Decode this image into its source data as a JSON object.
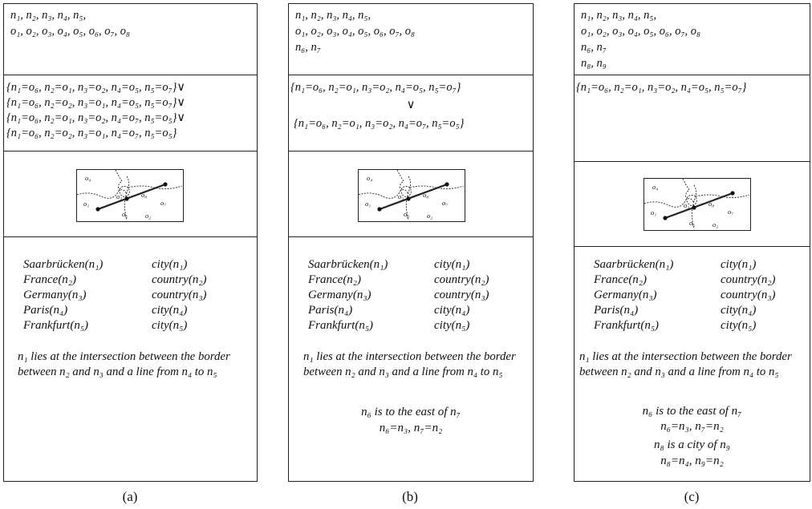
{
  "panels": [
    {
      "caption": "(a)",
      "vars_lines": [
        "n₁, n₂, n₃, n₄, n₅,",
        "o₁, o₂, o₃, o₄, o₅, o₆, o₇, o₈"
      ],
      "constraint_lines": [
        "{n₁=o₆, n₂=o₁, n₃=o₂, n₄=o₅, n₅=o₇}∨",
        "{n₁=o₆, n₂=o₂, n₃=o₁, n₄=o₅, n₅=o₇}∨",
        "{n₁=o₆, n₂=o₁, n₃=o₂, n₄=o₇, n₅=o₅}∨",
        "{n₁=o₆, n₂=o₂, n₃=o₁, n₄=o₇, n₅=o₅}"
      ],
      "facts_left": [
        "Saarbrücken(n₁)",
        "France(n₂)",
        "Germany(n₃)",
        "Paris(n₄)",
        "Frankfurt(n₅)"
      ],
      "facts_right": [
        "city(n₁)",
        "country(n₂)",
        "country(n₃)",
        "city(n₄)",
        "city(n₅)"
      ],
      "relation": "n₁ lies at the intersection between the border between n₂ and n₃ and a line from n₄ to n₅",
      "extra_lines": []
    },
    {
      "caption": "(b)",
      "vars_lines": [
        "n₁, n₂, n₃, n₄, n₅,",
        "o₁, o₂, o₃, o₄, o₅, o₆, o₇, o₈",
        "n₆, n₇"
      ],
      "constraint_lines": [
        "{n₁=o₆, n₂=o₁, n₃=o₂, n₄=o₅, n₅=o₇}",
        "∨",
        "{n₁=o₆, n₂=o₁, n₃=o₂, n₄=o₇, n₅=o₅}"
      ],
      "facts_left": [
        "Saarbrücken(n₁)",
        "France(n₂)",
        "Germany(n₃)",
        "Paris(n₄)",
        "Frankfurt(n₅)"
      ],
      "facts_right": [
        "city(n₁)",
        "country(n₂)",
        "country(n₃)",
        "city(n₄)",
        "city(n₅)"
      ],
      "relation": "n₁ lies at the intersection between the border between n₂ and n₃ and a line from n₄ to n₅",
      "extra_lines": [
        "n₆ is to the east of n₇",
        "n₆=n₃, n₇=n₂"
      ]
    },
    {
      "caption": "(c)",
      "vars_lines": [
        "n₁, n₂, n₃, n₄, n₅,",
        "o₁, o₂, o₃, o₄, o₅, o₆, o₇, o₈",
        "n₆, n₇",
        "n₈, n₉"
      ],
      "constraint_lines": [
        "{n₁=o₆, n₂=o₁, n₃=o₂, n₄=o₅, n₅=o₇}"
      ],
      "facts_left": [
        "Saarbrücken(n₁)",
        "France(n₂)",
        "Germany(n₃)",
        "Paris(n₄)",
        "Frankfurt(n₅)"
      ],
      "facts_right": [
        "city(n₁)",
        "country(n₂)",
        "country(n₃)",
        "city(n₄)",
        "city(n₅)"
      ],
      "relation": "n₁ lies at the intersection between the border between n₂ and n₃ and a line from n₄ to n₅",
      "extra_lines": [
        "n₆ is to the east of n₇",
        "n₆=n₃, n₇=n₂",
        "n₈ is a city of n₉",
        "n₈=n₄, n₉=n₂"
      ]
    }
  ],
  "map_labels": [
    "o₄",
    "o₃",
    "o₈",
    "o₁",
    "o₆",
    "o₇",
    "o₂",
    "o₅"
  ]
}
